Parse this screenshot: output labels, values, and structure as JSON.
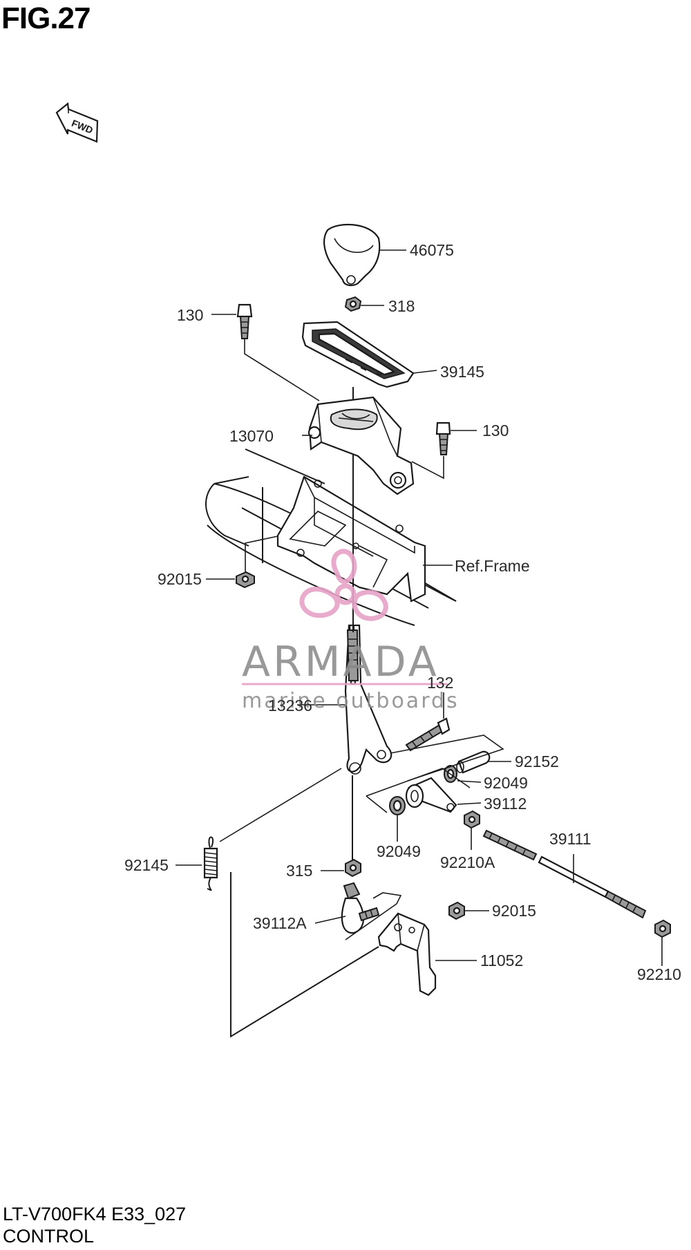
{
  "figure": {
    "title": "FIG.27",
    "direction_tag": "FWD"
  },
  "footer": {
    "model_code": "LT-V700FK4 E33_027",
    "section_name": "CONTROL"
  },
  "watermark": {
    "brand": "ARMADA",
    "tagline": "marine outboards",
    "logo_color": "#e6a3c6"
  },
  "parts": [
    {
      "id": "knob",
      "label": "46075"
    },
    {
      "id": "knob-nut",
      "label": "318"
    },
    {
      "id": "bolt-left",
      "label": "130"
    },
    {
      "id": "gate-plate",
      "label": "39145"
    },
    {
      "id": "lever-guide",
      "label": "13070"
    },
    {
      "id": "bolt-right",
      "label": "130"
    },
    {
      "id": "frame",
      "label": "Ref.Frame"
    },
    {
      "id": "nut-frame",
      "label": "92015"
    },
    {
      "id": "bolt-lever",
      "label": "132"
    },
    {
      "id": "lever",
      "label": "13236"
    },
    {
      "id": "collar",
      "label": "92152"
    },
    {
      "id": "washer-upper",
      "label": "92049"
    },
    {
      "id": "joint",
      "label": "39112"
    },
    {
      "id": "washer-lower",
      "label": "92049"
    },
    {
      "id": "joint-nut",
      "label": "92210A"
    },
    {
      "id": "rod",
      "label": "39111"
    },
    {
      "id": "spring",
      "label": "92145"
    },
    {
      "id": "lever-nut",
      "label": "315"
    },
    {
      "id": "rod-end",
      "label": "39112A"
    },
    {
      "id": "nut-bracket",
      "label": "92015"
    },
    {
      "id": "bracket",
      "label": "11052"
    },
    {
      "id": "rod-nut",
      "label": "92210"
    }
  ]
}
